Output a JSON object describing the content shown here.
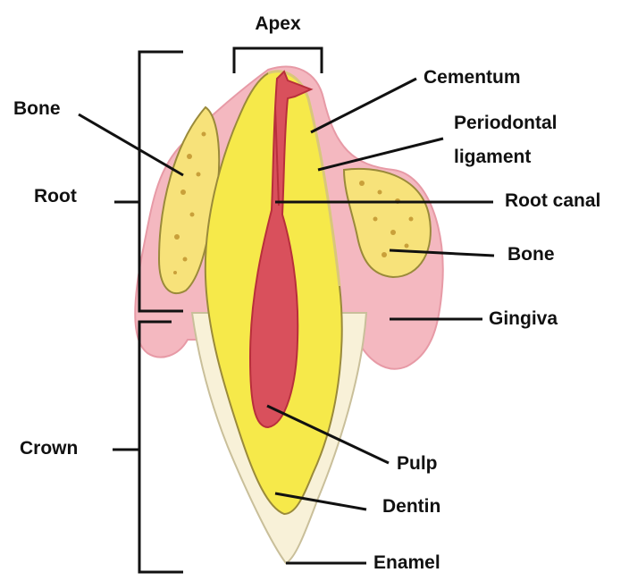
{
  "labels": {
    "apex": "Apex",
    "bone_left": "Bone",
    "root": "Root",
    "crown": "Crown",
    "cementum": "Cementum",
    "periodontal_line1": "Periodontal",
    "periodontal_line2": "ligament",
    "root_canal": "Root canal",
    "bone_right": "Bone",
    "gingiva": "Gingiva",
    "pulp": "Pulp",
    "dentin": "Dentin",
    "enamel": "Enamel"
  },
  "colors": {
    "gingiva": "#f4b8c0",
    "gingiva_edge": "#e79aa6",
    "bone": "#f7e27a",
    "bone_spots": "#c9a03a",
    "dentin": "#f6e94a",
    "enamel": "#f8f1d8",
    "pulp": "#d9505c",
    "pulp_dark": "#b82f3b",
    "line": "#111111"
  }
}
